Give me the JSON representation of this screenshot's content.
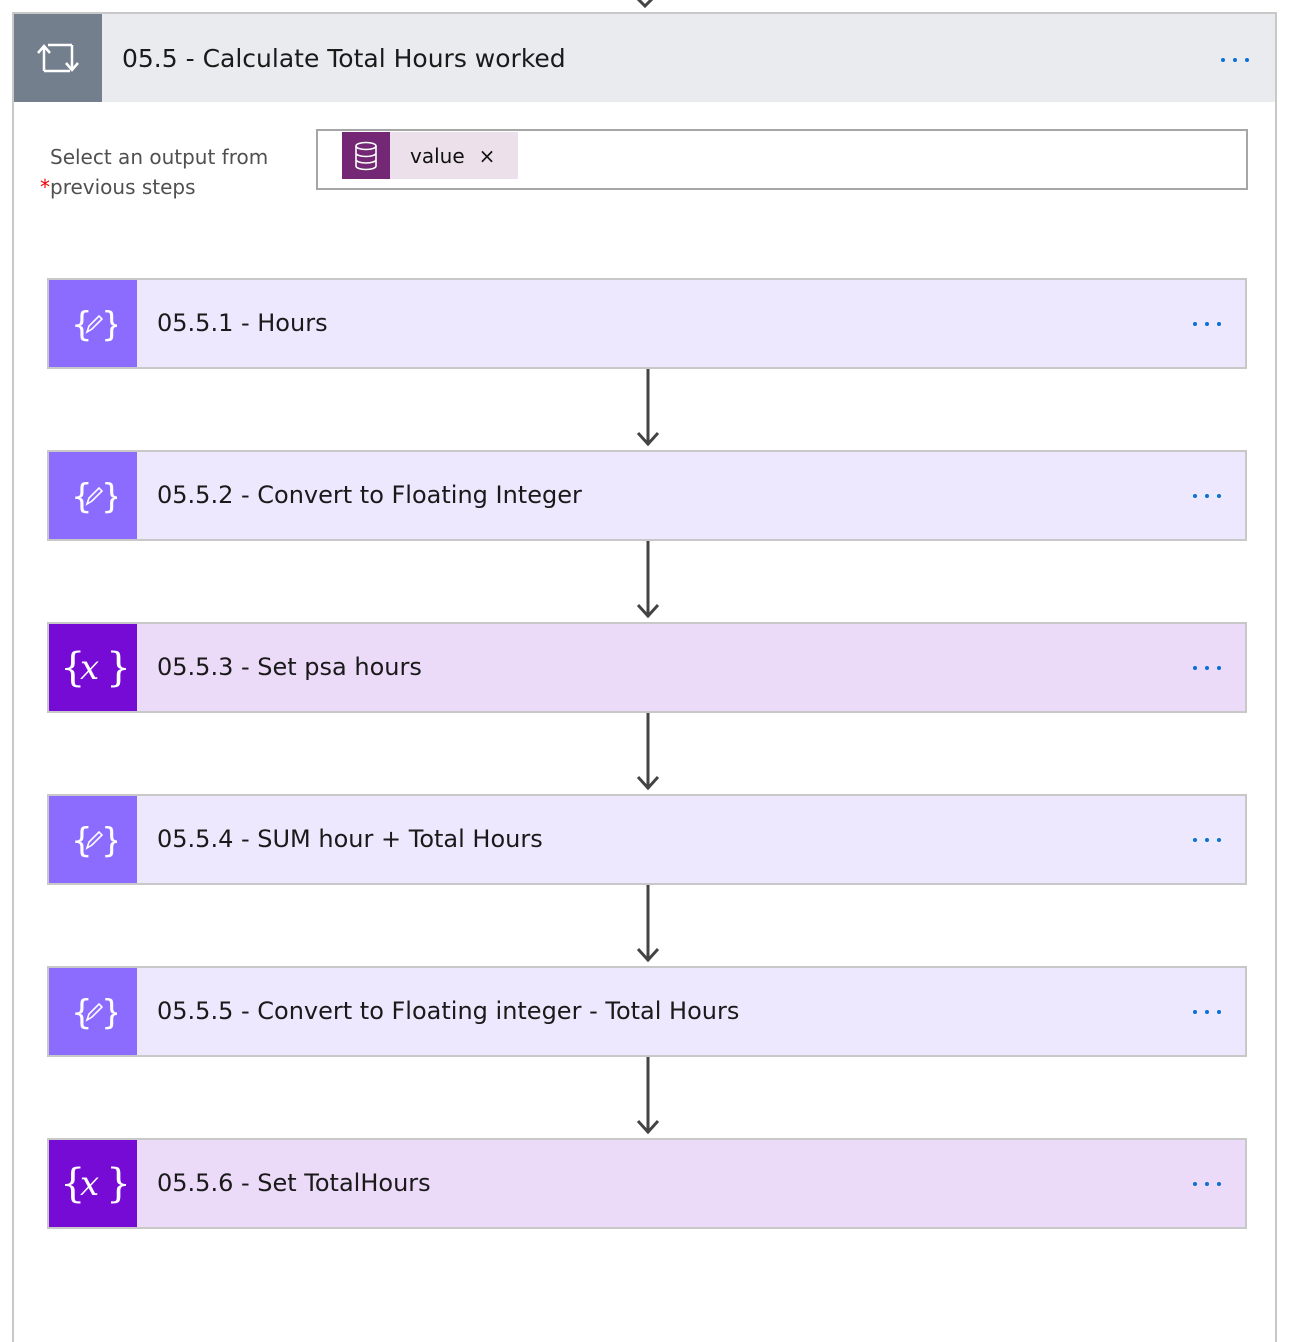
{
  "scope": {
    "title": "05.5 - Calculate Total Hours worked",
    "icon": "loop-icon",
    "required_marker": "*",
    "field_label": "Select an output from previous steps",
    "token": {
      "label": "value",
      "icon": "database-icon",
      "remove": "×"
    }
  },
  "steps": [
    {
      "title": "05.5.1 - Hours",
      "type": "compose",
      "icon": "compose-icon"
    },
    {
      "title": "05.5.2 - Convert to Floating Integer",
      "type": "compose",
      "icon": "compose-icon"
    },
    {
      "title": "05.5.3 - Set psa hours",
      "type": "variable",
      "icon": "variable-icon"
    },
    {
      "title": "05.5.4 - SUM hour + Total Hours",
      "type": "compose",
      "icon": "compose-icon"
    },
    {
      "title": "05.5.5 - Convert to Floating integer - Total Hours",
      "type": "compose",
      "icon": "compose-icon"
    },
    {
      "title": "05.5.6 - Set TotalHours",
      "type": "variable",
      "icon": "variable-icon"
    }
  ],
  "colors": {
    "accent": "#0a6fd6",
    "compose": "#8c6cff",
    "variable": "#770bd6",
    "loop": "#737f8c",
    "token": "#742774"
  }
}
